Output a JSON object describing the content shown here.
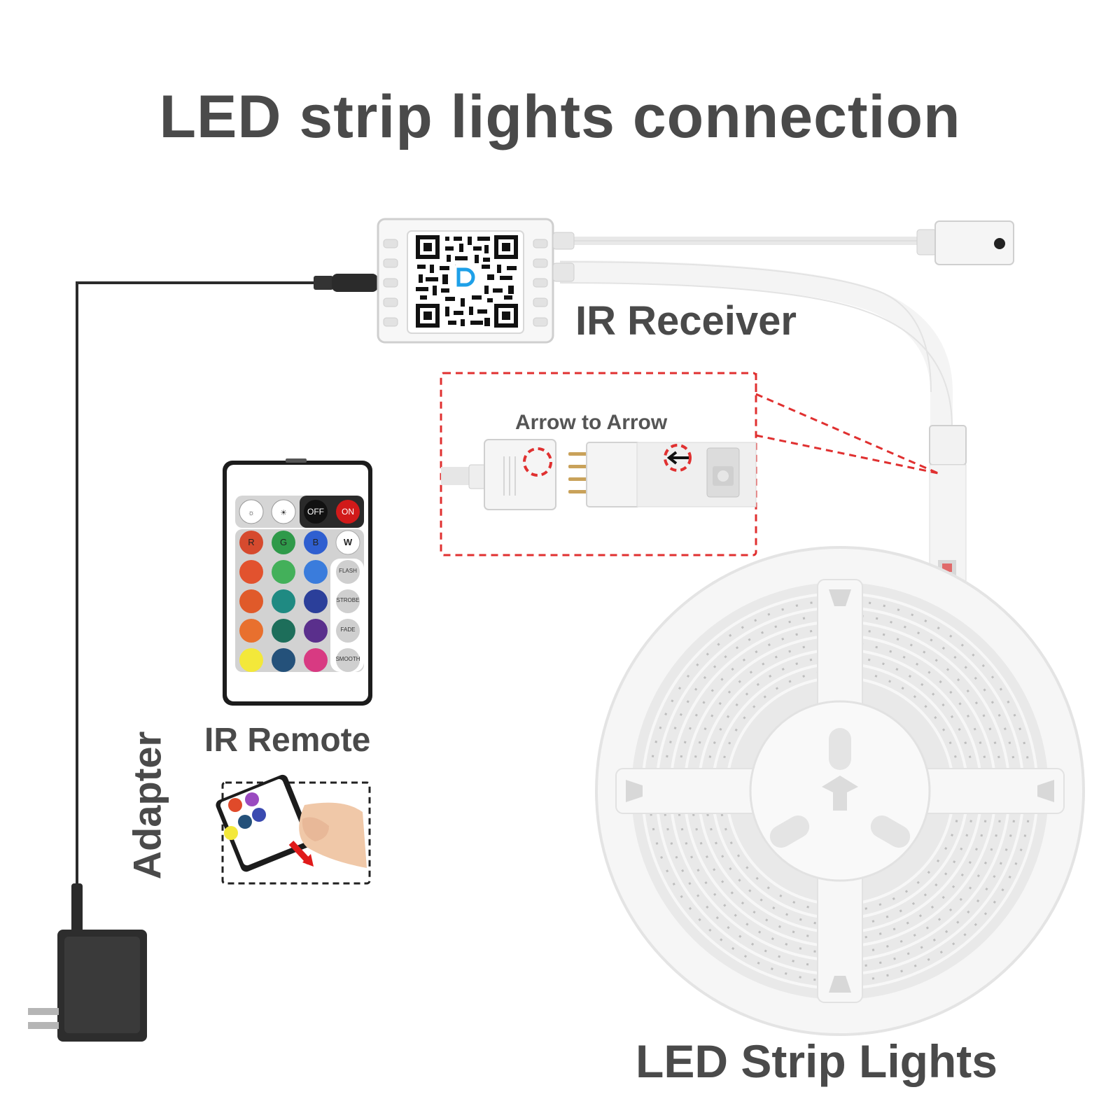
{
  "title": "LED strip lights connection",
  "labels": {
    "ir_receiver": "IR Receiver",
    "ir_remote": "IR Remote",
    "led_strip_lights": "LED Strip Lights",
    "adapter": "Adapter",
    "arrow_to_arrow": "Arrow to  Arrow"
  },
  "remote": {
    "top_row": [
      "",
      "",
      "OFF",
      "ON"
    ],
    "rgbw": [
      "R",
      "G",
      "B",
      "W"
    ],
    "modes": [
      "FLASH",
      "STROBE",
      "FADE",
      "SMOOTH"
    ]
  },
  "colors": {
    "label_gray": "#4a4a4a",
    "dashed_red": "#e03030",
    "adapter_black": "#2b2b2b"
  }
}
